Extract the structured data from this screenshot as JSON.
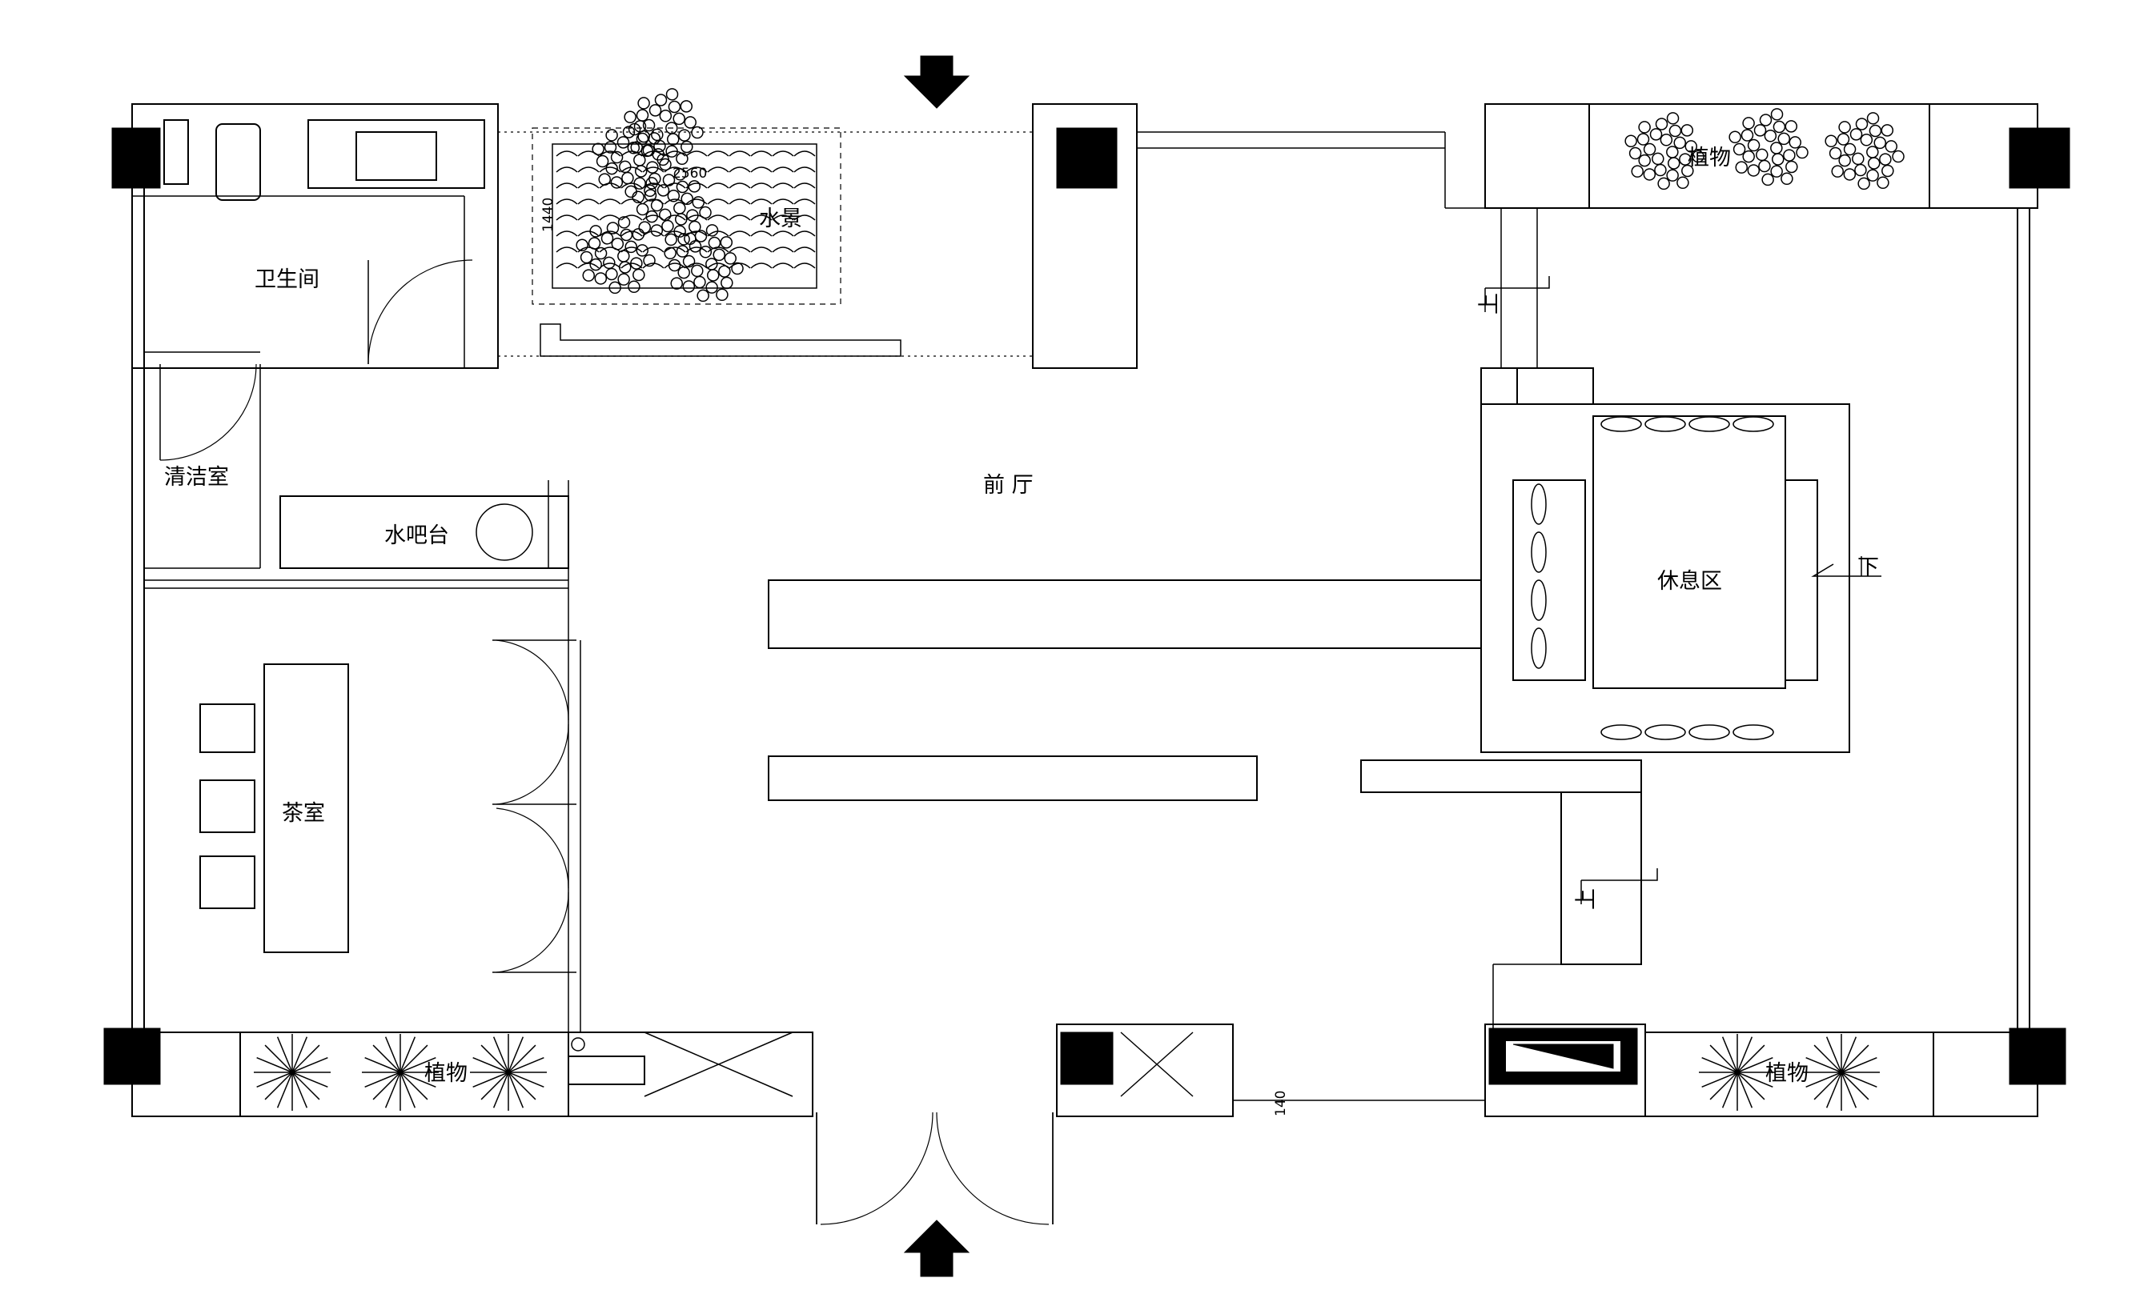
{
  "rooms": {
    "bathroom": "卫生间",
    "cleaning_room": "清洁室",
    "water_bar": "水吧台",
    "tea_room": "茶室",
    "water_feature": "水景",
    "front_hall": "前 厅",
    "lounge": "休息区",
    "plants_top": "植物",
    "plants_bottom_left": "植物",
    "plants_bottom_right": "植物"
  },
  "stair_marks": {
    "up_1": "上",
    "down_1": "下",
    "up_2": "上"
  },
  "dimensions": {
    "pool_width": "2560",
    "pool_height": "1440",
    "door_offset": "140"
  },
  "entrance_arrows": [
    "top-entry",
    "bottom-entry"
  ]
}
